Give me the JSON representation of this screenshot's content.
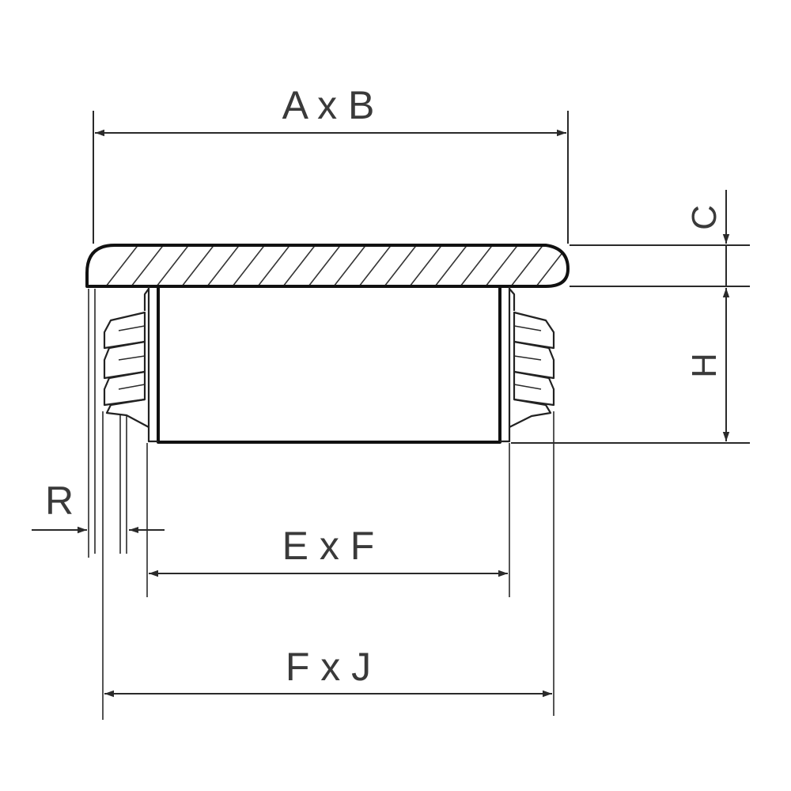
{
  "labels": {
    "overall_width": "A x B",
    "cap_thickness": "C",
    "insert_height": "H",
    "radius": "R",
    "inner_size": "E x F",
    "rib_size": "F x J"
  },
  "colors": {
    "line": "#2a2a2a",
    "outline": "#111111",
    "text": "#3a3a3a",
    "background": "#ffffff"
  }
}
